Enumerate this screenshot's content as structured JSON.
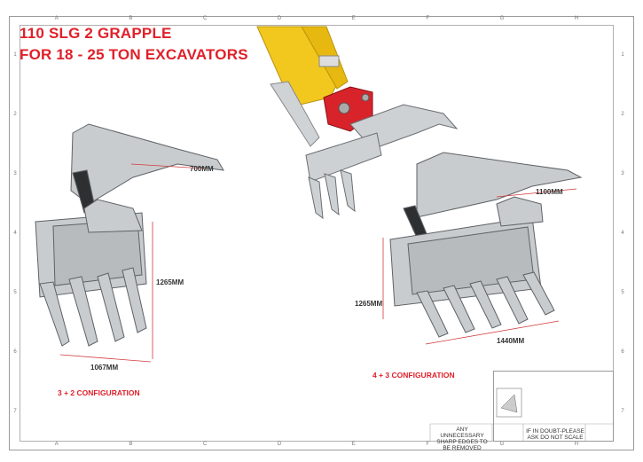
{
  "title_line1": "110 SLG 2 GRAPPLE",
  "title_line2": "FOR 18 - 25 TON EXCAVATORS",
  "left_grapple": {
    "width_dim": "700MM",
    "height_dim": "1265MM",
    "bottom_dim": "1067MM",
    "configuration": "3 + 2 CONFIGURATION"
  },
  "right_grapple": {
    "width_dim": "1100MM",
    "height_dim": "1265MM",
    "bottom_dim": "1440MM",
    "configuration": "4 + 3 CONFIGURATION"
  },
  "notes": {
    "sharp_edges": "ANY UNNECESSARY SHARP EDGES TO BE REMOVED",
    "doubt": "IF IN DOUBT-PLEASE ASK DO NOT SCALE"
  },
  "ruler_letters": [
    "A",
    "B",
    "C",
    "D",
    "E",
    "F",
    "G",
    "H"
  ],
  "ruler_numbers": [
    "1",
    "2",
    "3",
    "4",
    "5",
    "6",
    "7"
  ],
  "colors": {
    "title": "#e0202a",
    "arm": "#f2c81e",
    "coupler": "#d8232a"
  }
}
